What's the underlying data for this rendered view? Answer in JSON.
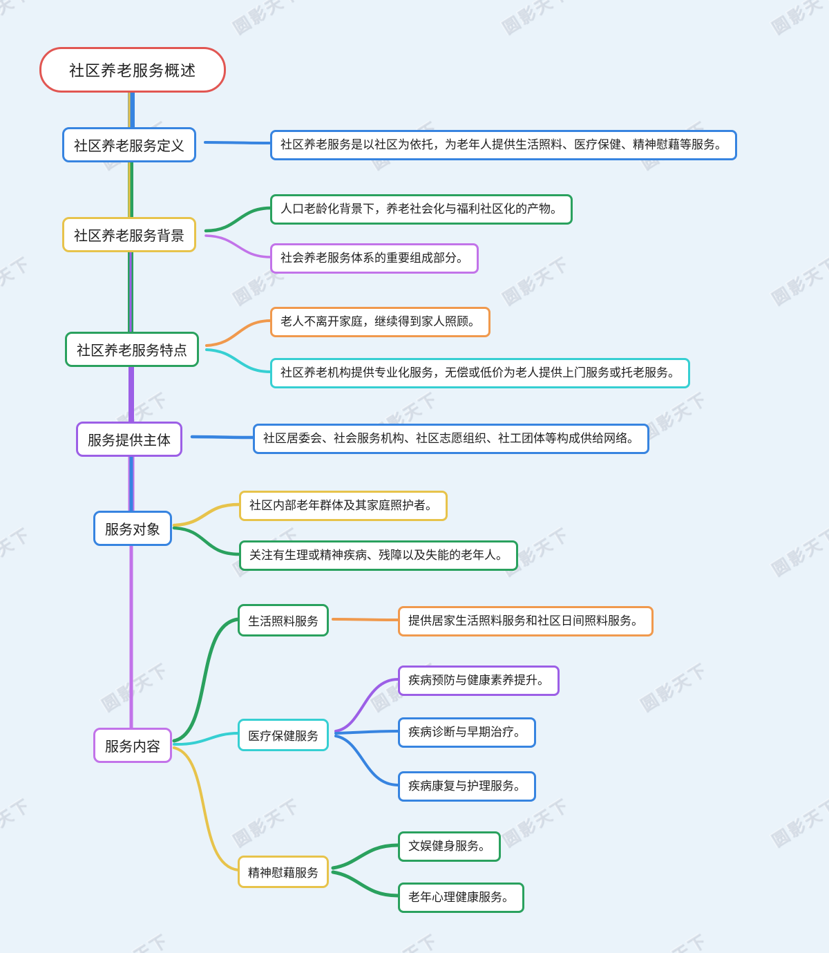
{
  "palette": {
    "red": "#e15652",
    "blue": "#3784e0",
    "yellow": "#e7c34b",
    "green": "#2aa15e",
    "purple": "#9c5fe6",
    "violet": "#c273e9",
    "cyan": "#36cfd2",
    "orange": "#f0994d",
    "background": "#eaf3fa",
    "text": "#202020"
  },
  "watermark": {
    "text": "圆影天下"
  },
  "map": {
    "root": {
      "label": "社区养老服务概述",
      "color": "#e15652"
    },
    "branches": [
      {
        "label": "社区养老服务定义",
        "color": "#3784e0",
        "children": [
          {
            "label": "社区养老服务是以社区为依托，为老年人提供生活照料、医疗保健、精神慰藉等服务。",
            "color": "#3784e0"
          }
        ]
      },
      {
        "label": "社区养老服务背景",
        "color": "#e7c34b",
        "children": [
          {
            "label": "人口老龄化背景下，养老社会化与福利社区化的产物。",
            "color": "#2aa15e"
          },
          {
            "label": "社会养老服务体系的重要组成部分。",
            "color": "#c273e9"
          }
        ]
      },
      {
        "label": "社区养老服务特点",
        "color": "#2aa15e",
        "children": [
          {
            "label": "老人不离开家庭，继续得到家人照顾。",
            "color": "#f0994d"
          },
          {
            "label": "社区养老机构提供专业化服务，无偿或低价为老人提供上门服务或托老服务。",
            "color": "#36cfd2"
          }
        ]
      },
      {
        "label": "服务提供主体",
        "color": "#9c5fe6",
        "children": [
          {
            "label": "社区居委会、社会服务机构、社区志愿组织、社工团体等构成供给网络。",
            "color": "#3784e0"
          }
        ]
      },
      {
        "label": "服务对象",
        "color": "#3784e0",
        "children": [
          {
            "label": "社区内部老年群体及其家庭照护者。",
            "color": "#e7c34b"
          },
          {
            "label": "关注有生理或精神疾病、残障以及失能的老年人。",
            "color": "#2aa15e"
          }
        ]
      },
      {
        "label": "服务内容",
        "color": "#c273e9",
        "children": [
          {
            "label": "生活照料服务",
            "color": "#2aa15e",
            "children": [
              {
                "label": "提供居家生活照料服务和社区日间照料服务。",
                "color": "#f0994d"
              }
            ]
          },
          {
            "label": "医疗保健服务",
            "color": "#36cfd2",
            "children": [
              {
                "label": "疾病预防与健康素养提升。",
                "color": "#9c5fe6"
              },
              {
                "label": "疾病诊断与早期治疗。",
                "color": "#3784e0"
              },
              {
                "label": "疾病康复与护理服务。",
                "color": "#3784e0"
              }
            ]
          },
          {
            "label": "精神慰藉服务",
            "color": "#e7c34b",
            "children": [
              {
                "label": "文娱健身服务。",
                "color": "#2aa15e"
              },
              {
                "label": "老年心理健康服务。",
                "color": "#2aa15e"
              }
            ]
          }
        ]
      }
    ]
  }
}
